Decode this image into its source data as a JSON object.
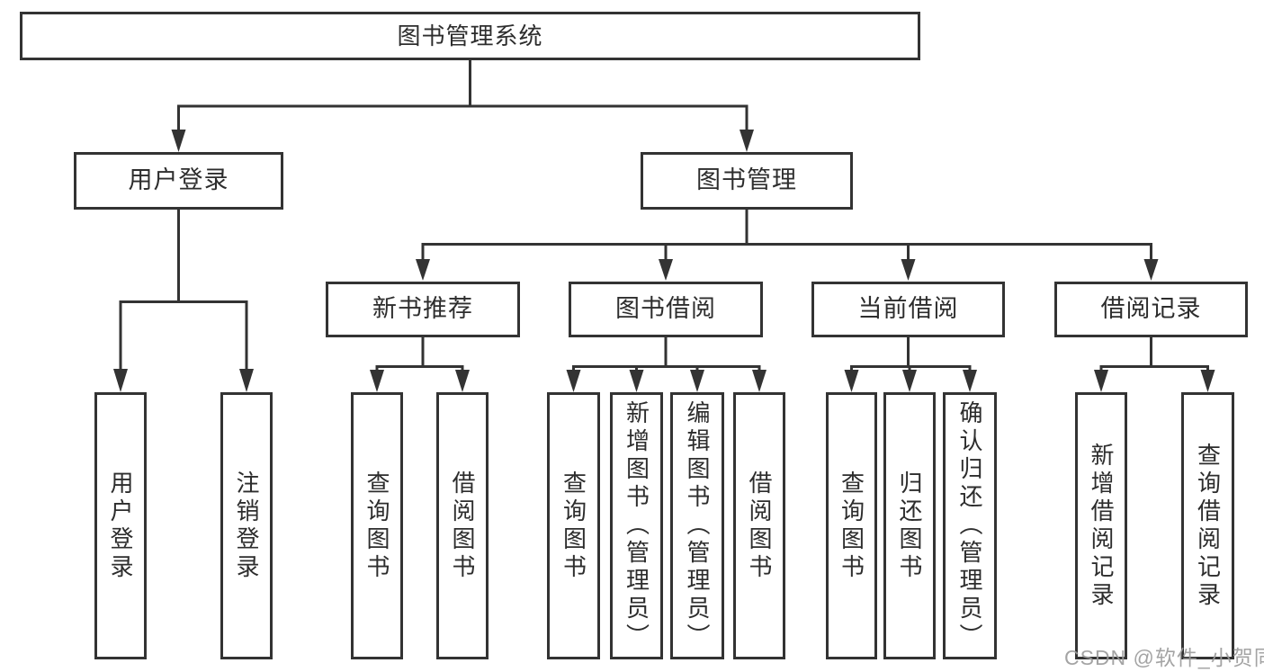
{
  "colors": {
    "line": "#333333",
    "text": "#2d2d2d",
    "watermark": "#9b9b9b",
    "bg": "#ffffff"
  },
  "watermark": {
    "text": "CSDN @软件_小贺同学"
  },
  "diagram": {
    "type": "hierarchy-tree",
    "root": {
      "label": "图书管理系统",
      "children": [
        {
          "label": "用户登录",
          "children": [
            {
              "label": "用户登录"
            },
            {
              "label": "注销登录"
            }
          ]
        },
        {
          "label": "图书管理",
          "children": [
            {
              "label": "新书推荐",
              "children": [
                {
                  "label": "查询图书"
                },
                {
                  "label": "借阅图书"
                }
              ]
            },
            {
              "label": "图书借阅",
              "children": [
                {
                  "label": "查询图书"
                },
                {
                  "label": "新增图书（管理员）"
                },
                {
                  "label": "编辑图书（管理员）"
                },
                {
                  "label": "借阅图书"
                }
              ]
            },
            {
              "label": "当前借阅",
              "children": [
                {
                  "label": "查询图书"
                },
                {
                  "label": "归还图书"
                },
                {
                  "label": "确认归还（管理员）"
                }
              ]
            },
            {
              "label": "借阅记录",
              "children": [
                {
                  "label": "新增借阅记录"
                },
                {
                  "label": "查询借阅记录"
                }
              ]
            }
          ]
        }
      ]
    }
  }
}
